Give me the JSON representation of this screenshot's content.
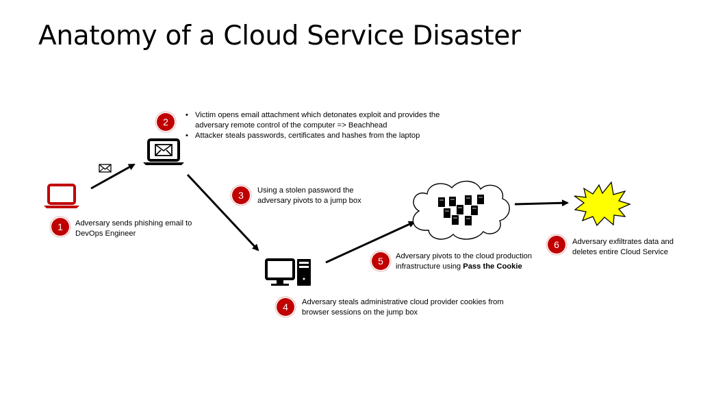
{
  "title": "Anatomy of a Cloud Service Disaster",
  "colors": {
    "badge": "#c00000",
    "burst": "#ffff00",
    "laptop_red": "#c00000"
  },
  "icons": [
    "laptop-icon-red",
    "envelope-icon",
    "laptop-email-icon",
    "desktop-tower-icon",
    "cloud-servers-icon",
    "explosion-icon"
  ],
  "steps": [
    {
      "number": "1",
      "text": "Adversary sends phishing email to DevOps Engineer"
    },
    {
      "number": "2",
      "bullets": [
        "Victim opens email attachment which detonates exploit and provides the adversary remote control of the computer => Beachhead",
        "Attacker steals passwords, certificates and hashes from the laptop"
      ]
    },
    {
      "number": "3",
      "text": "Using a stolen password the adversary pivots to a jump box"
    },
    {
      "number": "4",
      "text": "Adversary steals administrative cloud provider cookies from browser sessions on the jump box"
    },
    {
      "number": "5",
      "text": "Adversary pivots to the cloud production infrastructure using ",
      "bold": "Pass the Cookie"
    },
    {
      "number": "6",
      "text": "Adversary exfiltrates data and deletes entire Cloud Service"
    }
  ]
}
